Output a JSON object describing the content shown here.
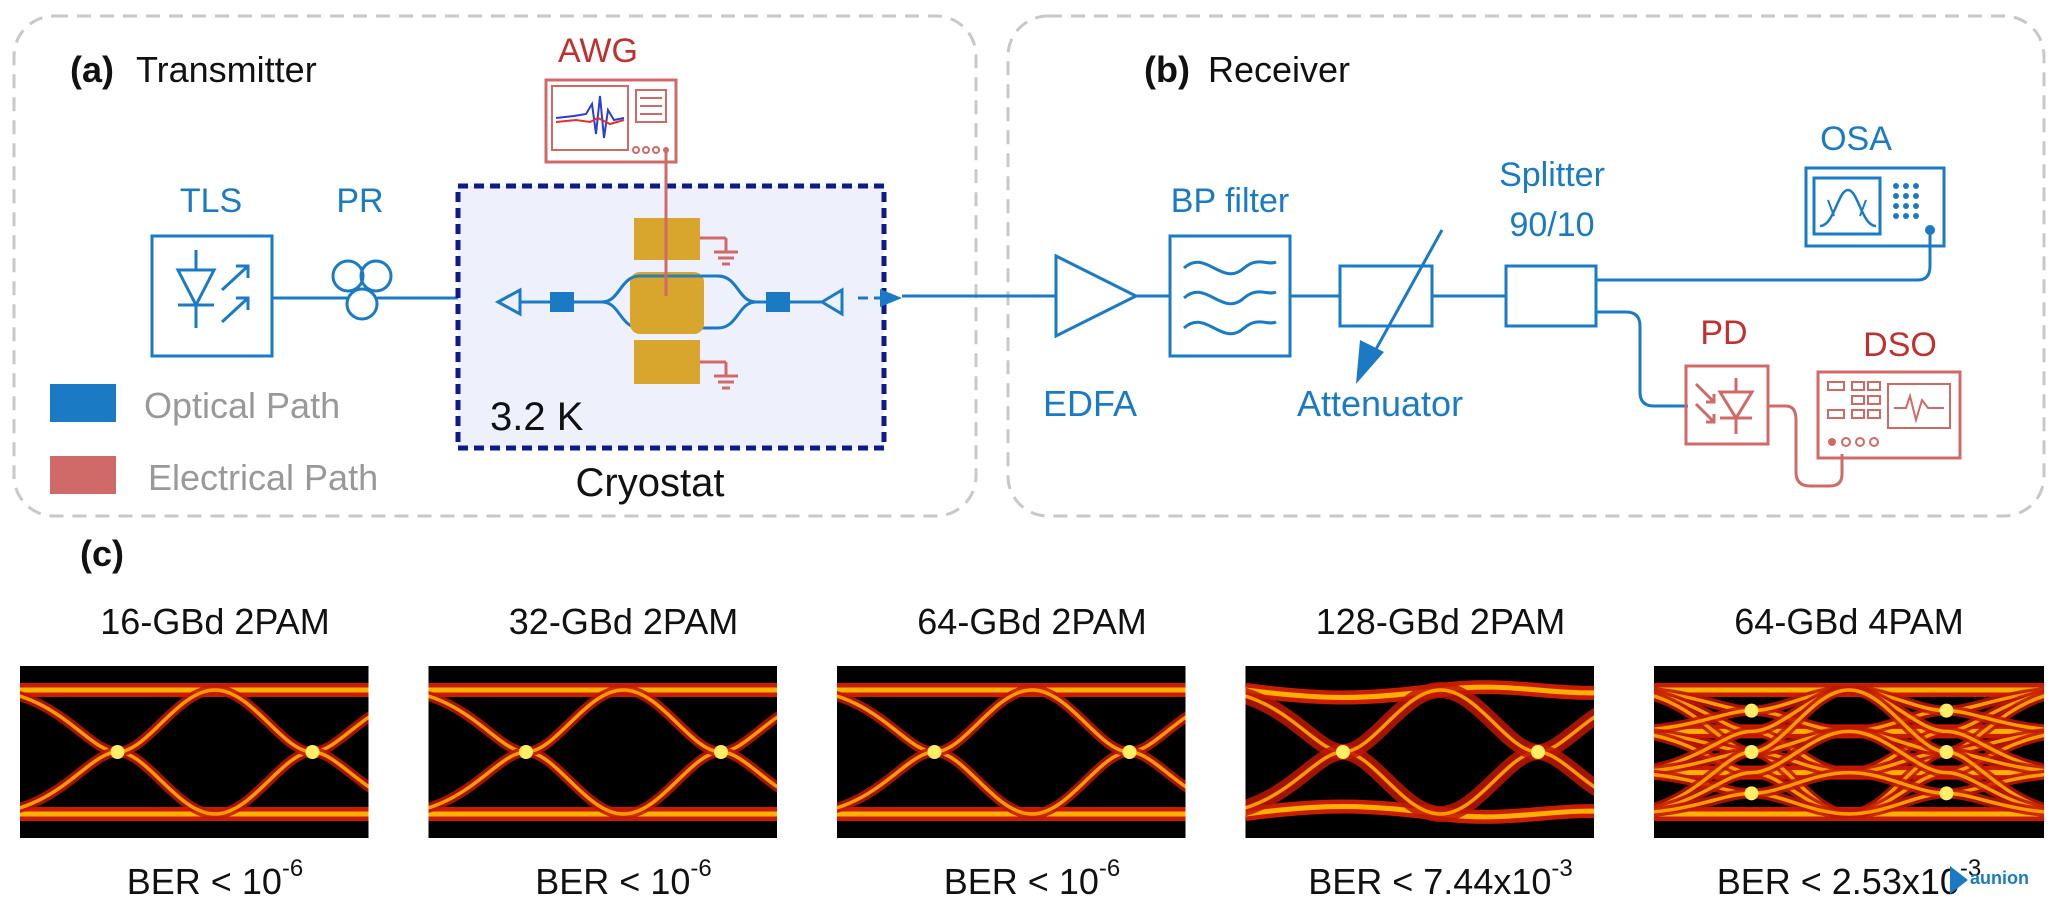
{
  "transmitter": {
    "panel_letter": "(a)",
    "panel_title": "Transmitter",
    "tls": "TLS",
    "pr": "PR",
    "awg": "AWG",
    "temperature": "3.2 K",
    "cryostat": "Cryostat",
    "legend": [
      {
        "label": "Optical Path",
        "color": "#1a7bc4"
      },
      {
        "label": "Electrical Path",
        "color": "#d06a68"
      }
    ]
  },
  "receiver": {
    "panel_letter": "(b)",
    "panel_title": "Receiver",
    "edfa": "EDFA",
    "bp_filter": "BP filter",
    "attenuator": "Attenuator",
    "splitter_line1": "Splitter",
    "splitter_line2": "90/10",
    "osa": "OSA",
    "pd": "PD",
    "dso": "DSO"
  },
  "eyes": {
    "panel_letter": "(c)",
    "items": [
      {
        "title": "16-GBd 2PAM",
        "ber_prefix": "BER < 10",
        "ber_exp": "-6"
      },
      {
        "title": "32-GBd 2PAM",
        "ber_prefix": "BER < 10",
        "ber_exp": "-6"
      },
      {
        "title": "64-GBd 2PAM",
        "ber_prefix": "BER < 10",
        "ber_exp": "-6"
      },
      {
        "title": "128-GBd 2PAM",
        "ber_prefix": "BER < 7.44x10",
        "ber_exp": "-3"
      },
      {
        "title": "64-GBd 4PAM",
        "ber_prefix": "BER < 2.53x10",
        "ber_exp": "-3"
      }
    ]
  },
  "watermark": "aunion",
  "colors": {
    "optical": "#1a7bc4",
    "electrical": "#d06a68",
    "awg_label": "#c0302e",
    "cryostat_fill": "#eef0fb",
    "cryostat_border": "#0d1a8c",
    "electrode": "#d8a62c"
  }
}
